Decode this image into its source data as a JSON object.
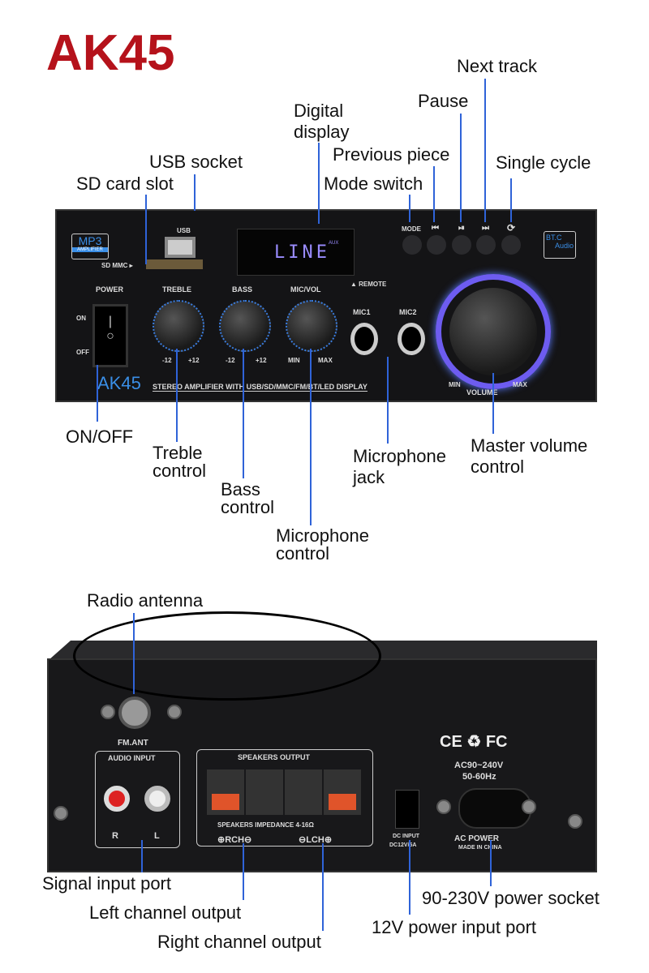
{
  "title": "AK45",
  "labels": {
    "next_track": "Next track",
    "pause": "Pause",
    "digital_display_1": "Digital",
    "digital_display_2": "display",
    "previous_piece": "Previous piece",
    "usb_socket": "USB socket",
    "single_cycle": "Single cycle",
    "sd_card_slot": "SD card slot",
    "mode_switch": "Mode switch",
    "on_off": "ON/OFF",
    "treble_1": "Treble",
    "treble_2": "control",
    "master_volume_1": "Master volume",
    "master_volume_2": "control",
    "mic_jack_1": "Microphone",
    "mic_jack_2": "jack",
    "bass_1": "Bass",
    "bass_2": "control",
    "mic_control_1": "Microphone",
    "mic_control_2": "control",
    "radio_antenna": "Radio antenna",
    "signal_input": "Signal input port",
    "left_channel": "Left channel output",
    "power_socket": "90-230V power socket",
    "right_channel": "Right channel output",
    "dc_input_port": "12V power input port"
  },
  "front": {
    "mp3": "MP3",
    "amplifier": "AMPLIFIER",
    "usb": "USB",
    "sd_mmc": "SD MMC ▸",
    "display_text": "LINE",
    "display_aux": "AUX",
    "remote": "▲ REMOTE",
    "mode": "MODE",
    "prev_icon": "⏮",
    "play_icon": "⏯",
    "next_icon": "⏭",
    "repeat_icon": "⟳",
    "btc": "BT.C",
    "audio": "Audio",
    "power": "POWER",
    "on": "ON",
    "off": "OFF",
    "treble": "TREBLE",
    "bass": "BASS",
    "micvol": "MIC/VOL",
    "minus12": "-12",
    "plus12": "+12",
    "min": "MIN",
    "max": "MAX",
    "mic1": "MIC1",
    "mic2": "MIC2",
    "volume": "VOLUME",
    "model": "AK45",
    "tagline": "STEREO AMPLIFIER WITH USB/SD/MMC/FM/BT/LED DISPLAY"
  },
  "back": {
    "fm_ant": "FM.ANT",
    "audio_input": "AUDIO INPUT",
    "r": "R",
    "l": "L",
    "speakers_output": "SPEAKERS OUTPUT",
    "impedance": "SPEAKERS IMPEDANCE 4-16Ω",
    "rch": "⊕RCH⊖",
    "lch": "⊖LCH⊕",
    "certs": "CE ♻ FC",
    "ac_rating": "AC90~240V",
    "freq": "50-60Hz",
    "dc_input": "DC INPUT",
    "dc_rating": "DC12V/5A",
    "ac_power": "AC POWER",
    "made_in": "MADE IN CHINA"
  }
}
